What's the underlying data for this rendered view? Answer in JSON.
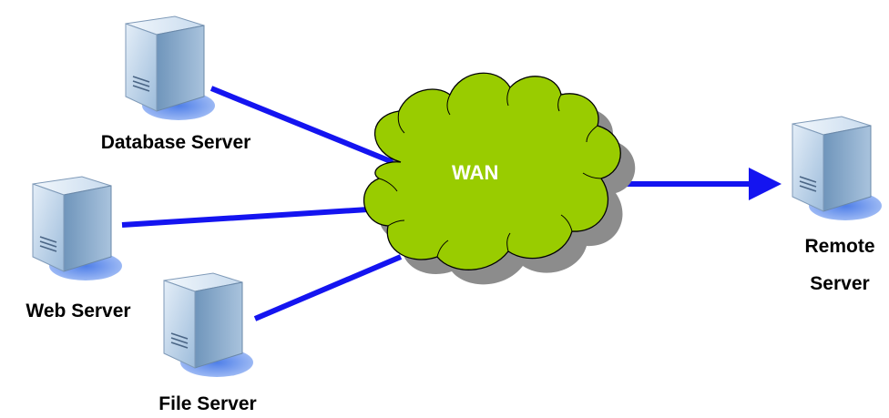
{
  "servers": {
    "database": {
      "label": "Database Server",
      "icon": "server-icon"
    },
    "web": {
      "label": "Web Server",
      "icon": "server-icon"
    },
    "file": {
      "label": "File Server",
      "icon": "server-icon"
    },
    "remote": {
      "label_line1": "Remote",
      "label_line2": "Server",
      "icon": "server-icon"
    }
  },
  "network": {
    "label": "WAN",
    "icon": "cloud-icon"
  },
  "colors": {
    "link": "#1414f0",
    "cloud_fill": "#99cc00",
    "cloud_shadow": "#8c8c8c",
    "server_front": "#b7cfe6",
    "server_side": "#7fa3c6",
    "server_shadow": "#7a9ff0"
  }
}
